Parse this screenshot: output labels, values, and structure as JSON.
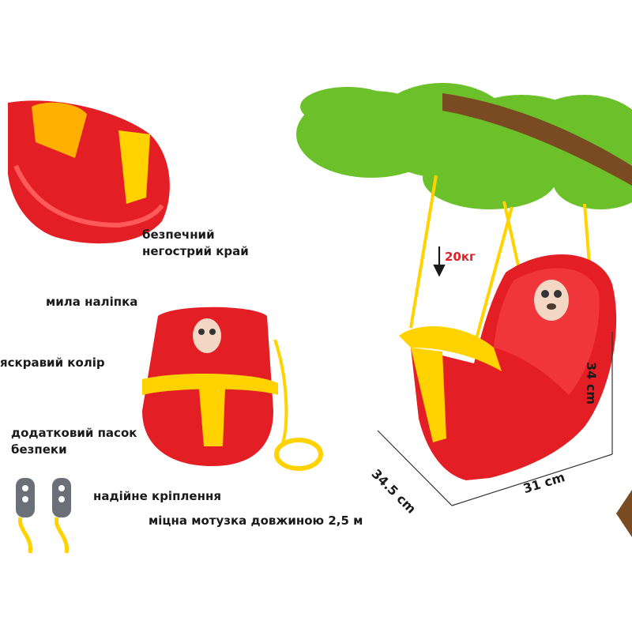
{
  "labels": {
    "safe_edge": [
      "безпечний",
      "негострий край"
    ],
    "cute_sticker": "мила наліпка",
    "bright_color": "яскравий колір",
    "safety_belt": [
      "додатковий пасок",
      "безпеки"
    ],
    "reliable_mount": "надійне кріплення",
    "strong_rope": "міцна мотузка довжиною 2,5 м"
  },
  "dimensions": {
    "height": "34 cm",
    "depth": "34.5 cm",
    "width": "31 cm"
  },
  "max_load": "20кг",
  "colors": {
    "seat_red": "#e31e24",
    "accent_yellow": "#ffd200",
    "foliage_green": "#6cc02a",
    "branch_brown": "#7a4a22",
    "mount_gray": "#6b7078"
  }
}
